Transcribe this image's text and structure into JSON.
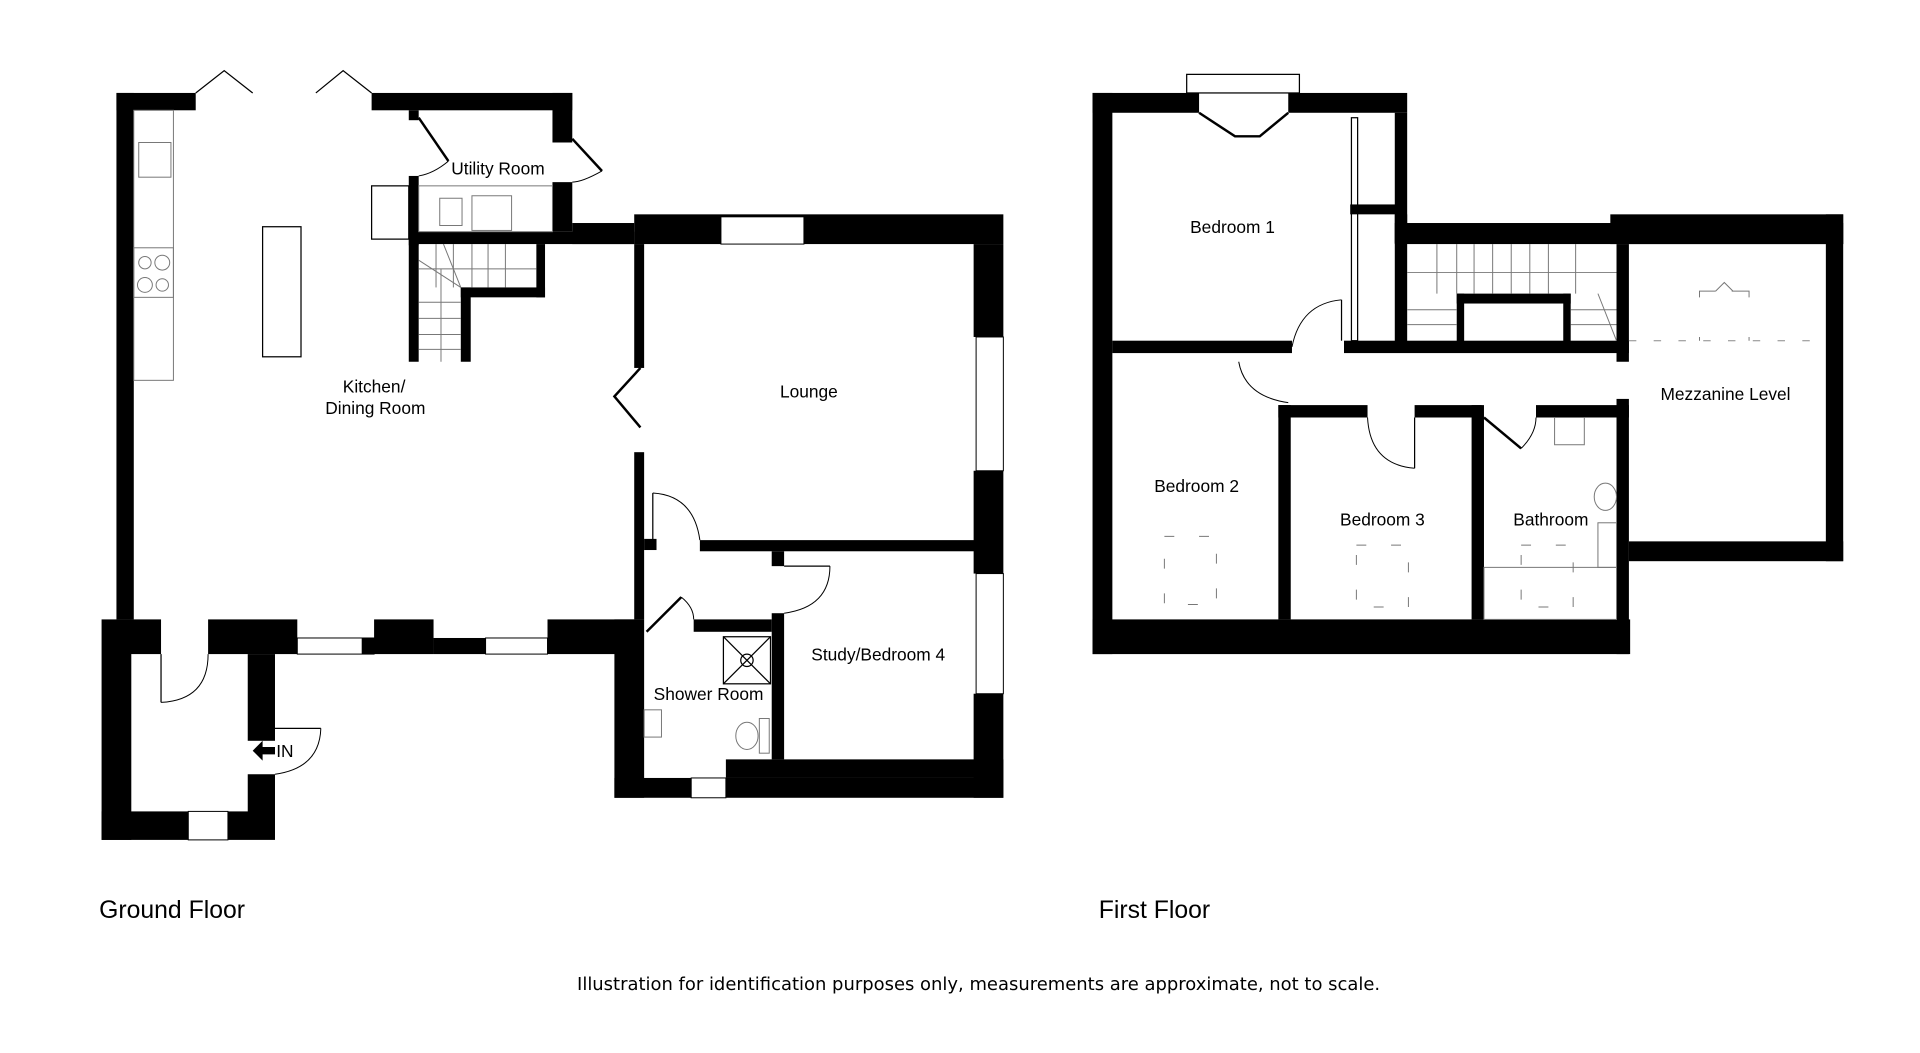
{
  "ground_floor": {
    "title": "Ground Floor",
    "rooms": {
      "kitchen_line1": "Kitchen/",
      "kitchen_line2": "Dining Room",
      "utility": "Utility Room",
      "lounge": "Lounge",
      "shower": "Shower Room",
      "study": "Study/Bedroom 4"
    },
    "entrance_label": "IN"
  },
  "first_floor": {
    "title": "First Floor",
    "rooms": {
      "bedroom1": "Bedroom 1",
      "bedroom2": "Bedroom 2",
      "bedroom3": "Bedroom 3",
      "bathroom": "Bathroom",
      "mezzanine": "Mezzanine Level"
    }
  },
  "footer": {
    "disclaimer": "Illustration for identification purposes only, measurements are approximate, not to scale."
  },
  "colors": {
    "wall": "#000000",
    "background": "#ffffff"
  }
}
